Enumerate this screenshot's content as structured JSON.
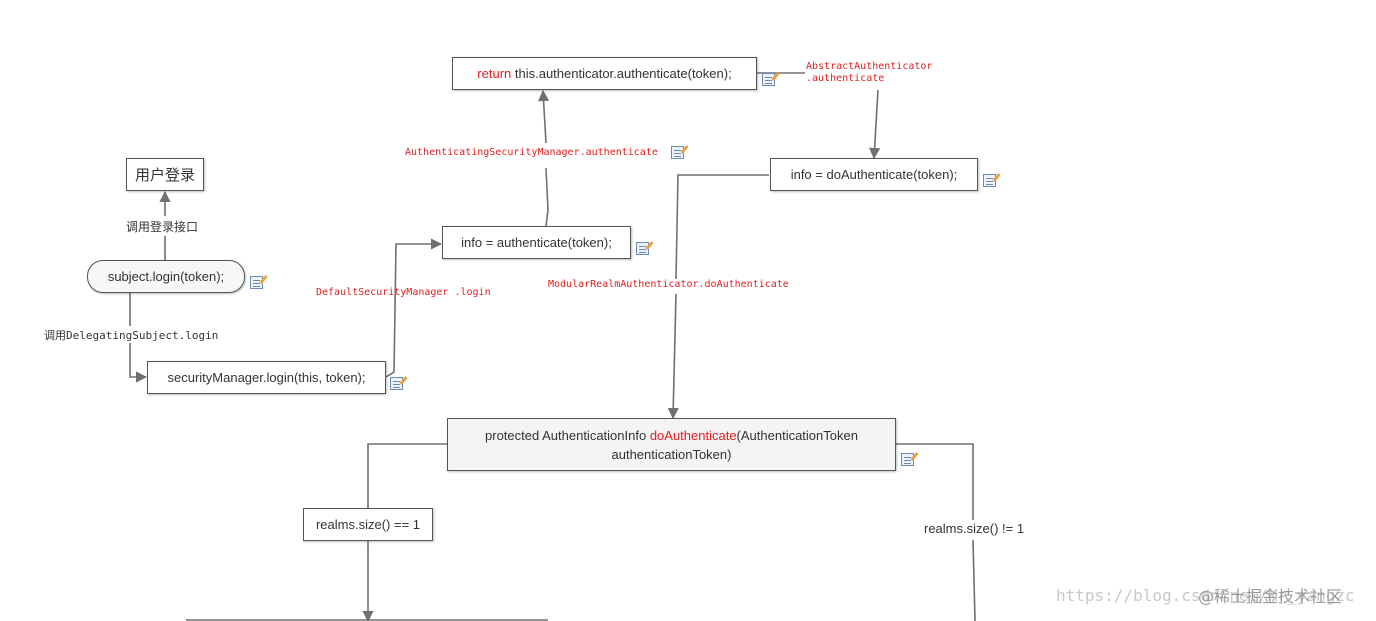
{
  "nodes": {
    "user_login": "用户登录",
    "subject_login": "subject.login(token);",
    "security_manager_login": "securityManager.login(this, token);",
    "info_authenticate": "info = authenticate(token);",
    "return_keyword": "return",
    "return_rest": " this.authenticator.authenticate(token);",
    "info_do_authenticate": "info = doAuthenticate(token);",
    "protected_prefix": "protected AuthenticationInfo ",
    "protected_method": "doAuthenticate",
    "protected_suffix": "(AuthenticationToken",
    "protected_line2": "authenticationToken)",
    "realms_eq_one": "realms.size() == 1",
    "realms_ne_one": "realms.size() != 1"
  },
  "labels": {
    "call_login_interface": "调用登录接口",
    "call_delegating_subject": "调用DelegatingSubject.login",
    "default_security_manager": "DefaultSecurityManager .login",
    "authenticating_security_manager": "AuthenticatingSecurityManager.authenticate",
    "abstract_authenticator_line1": "AbstractAuthenticator",
    "abstract_authenticator_line2": ".authenticate",
    "modular_realm_authenticator": "ModularRealmAuthenticator.doAuthenticate"
  },
  "watermark": {
    "url": "https://blog.csdn.net/Mr_yangzc",
    "site": "@稀土掘金技术社区"
  },
  "colors": {
    "accent_red": "#e02020",
    "line": "#707070",
    "text": "#333333"
  },
  "icons": {
    "note": "note-edit-icon"
  }
}
